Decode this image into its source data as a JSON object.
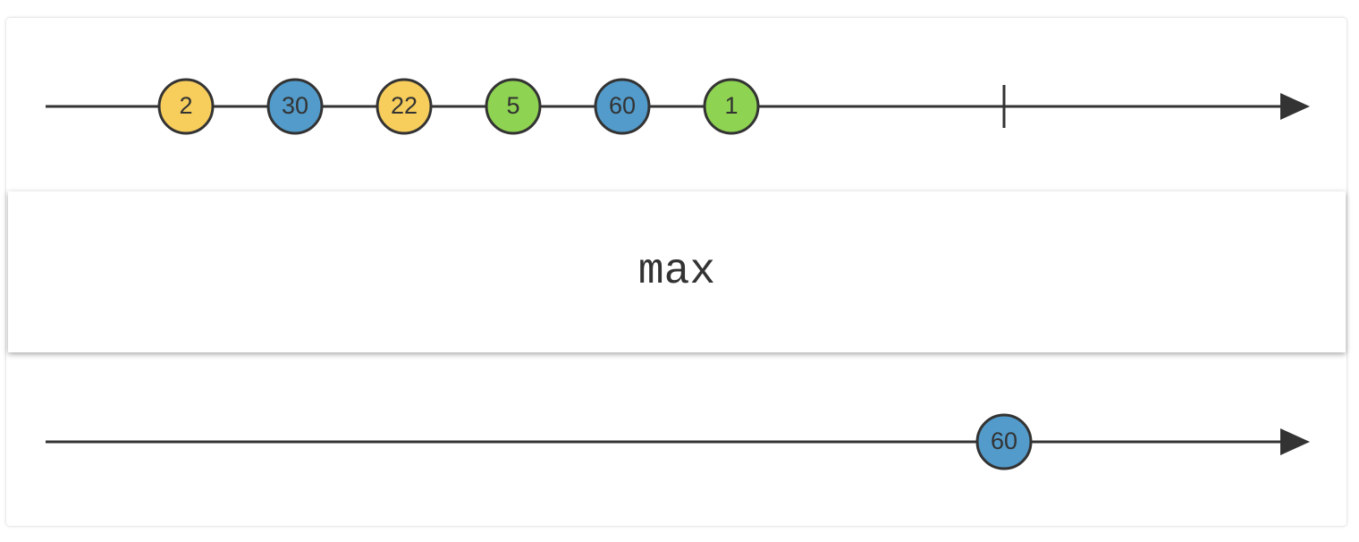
{
  "operator": {
    "name": "max"
  },
  "colors": {
    "line": "#333333",
    "yellow": "#f7cd5c",
    "blue": "#529bcb",
    "green": "#8ed351",
    "stroke": "#333333"
  },
  "input": {
    "marbles": [
      {
        "label": "2",
        "color": "yellow",
        "time": 0
      },
      {
        "label": "30",
        "color": "blue",
        "time": 1
      },
      {
        "label": "22",
        "color": "yellow",
        "time": 2
      },
      {
        "label": "5",
        "color": "green",
        "time": 3
      },
      {
        "label": "60",
        "color": "blue",
        "time": 4
      },
      {
        "label": "1",
        "color": "green",
        "time": 5
      }
    ],
    "completion_time": 7.5
  },
  "output": {
    "marbles": [
      {
        "label": "60",
        "color": "blue",
        "time": 7.5
      }
    ],
    "completion_time": 7.5
  }
}
